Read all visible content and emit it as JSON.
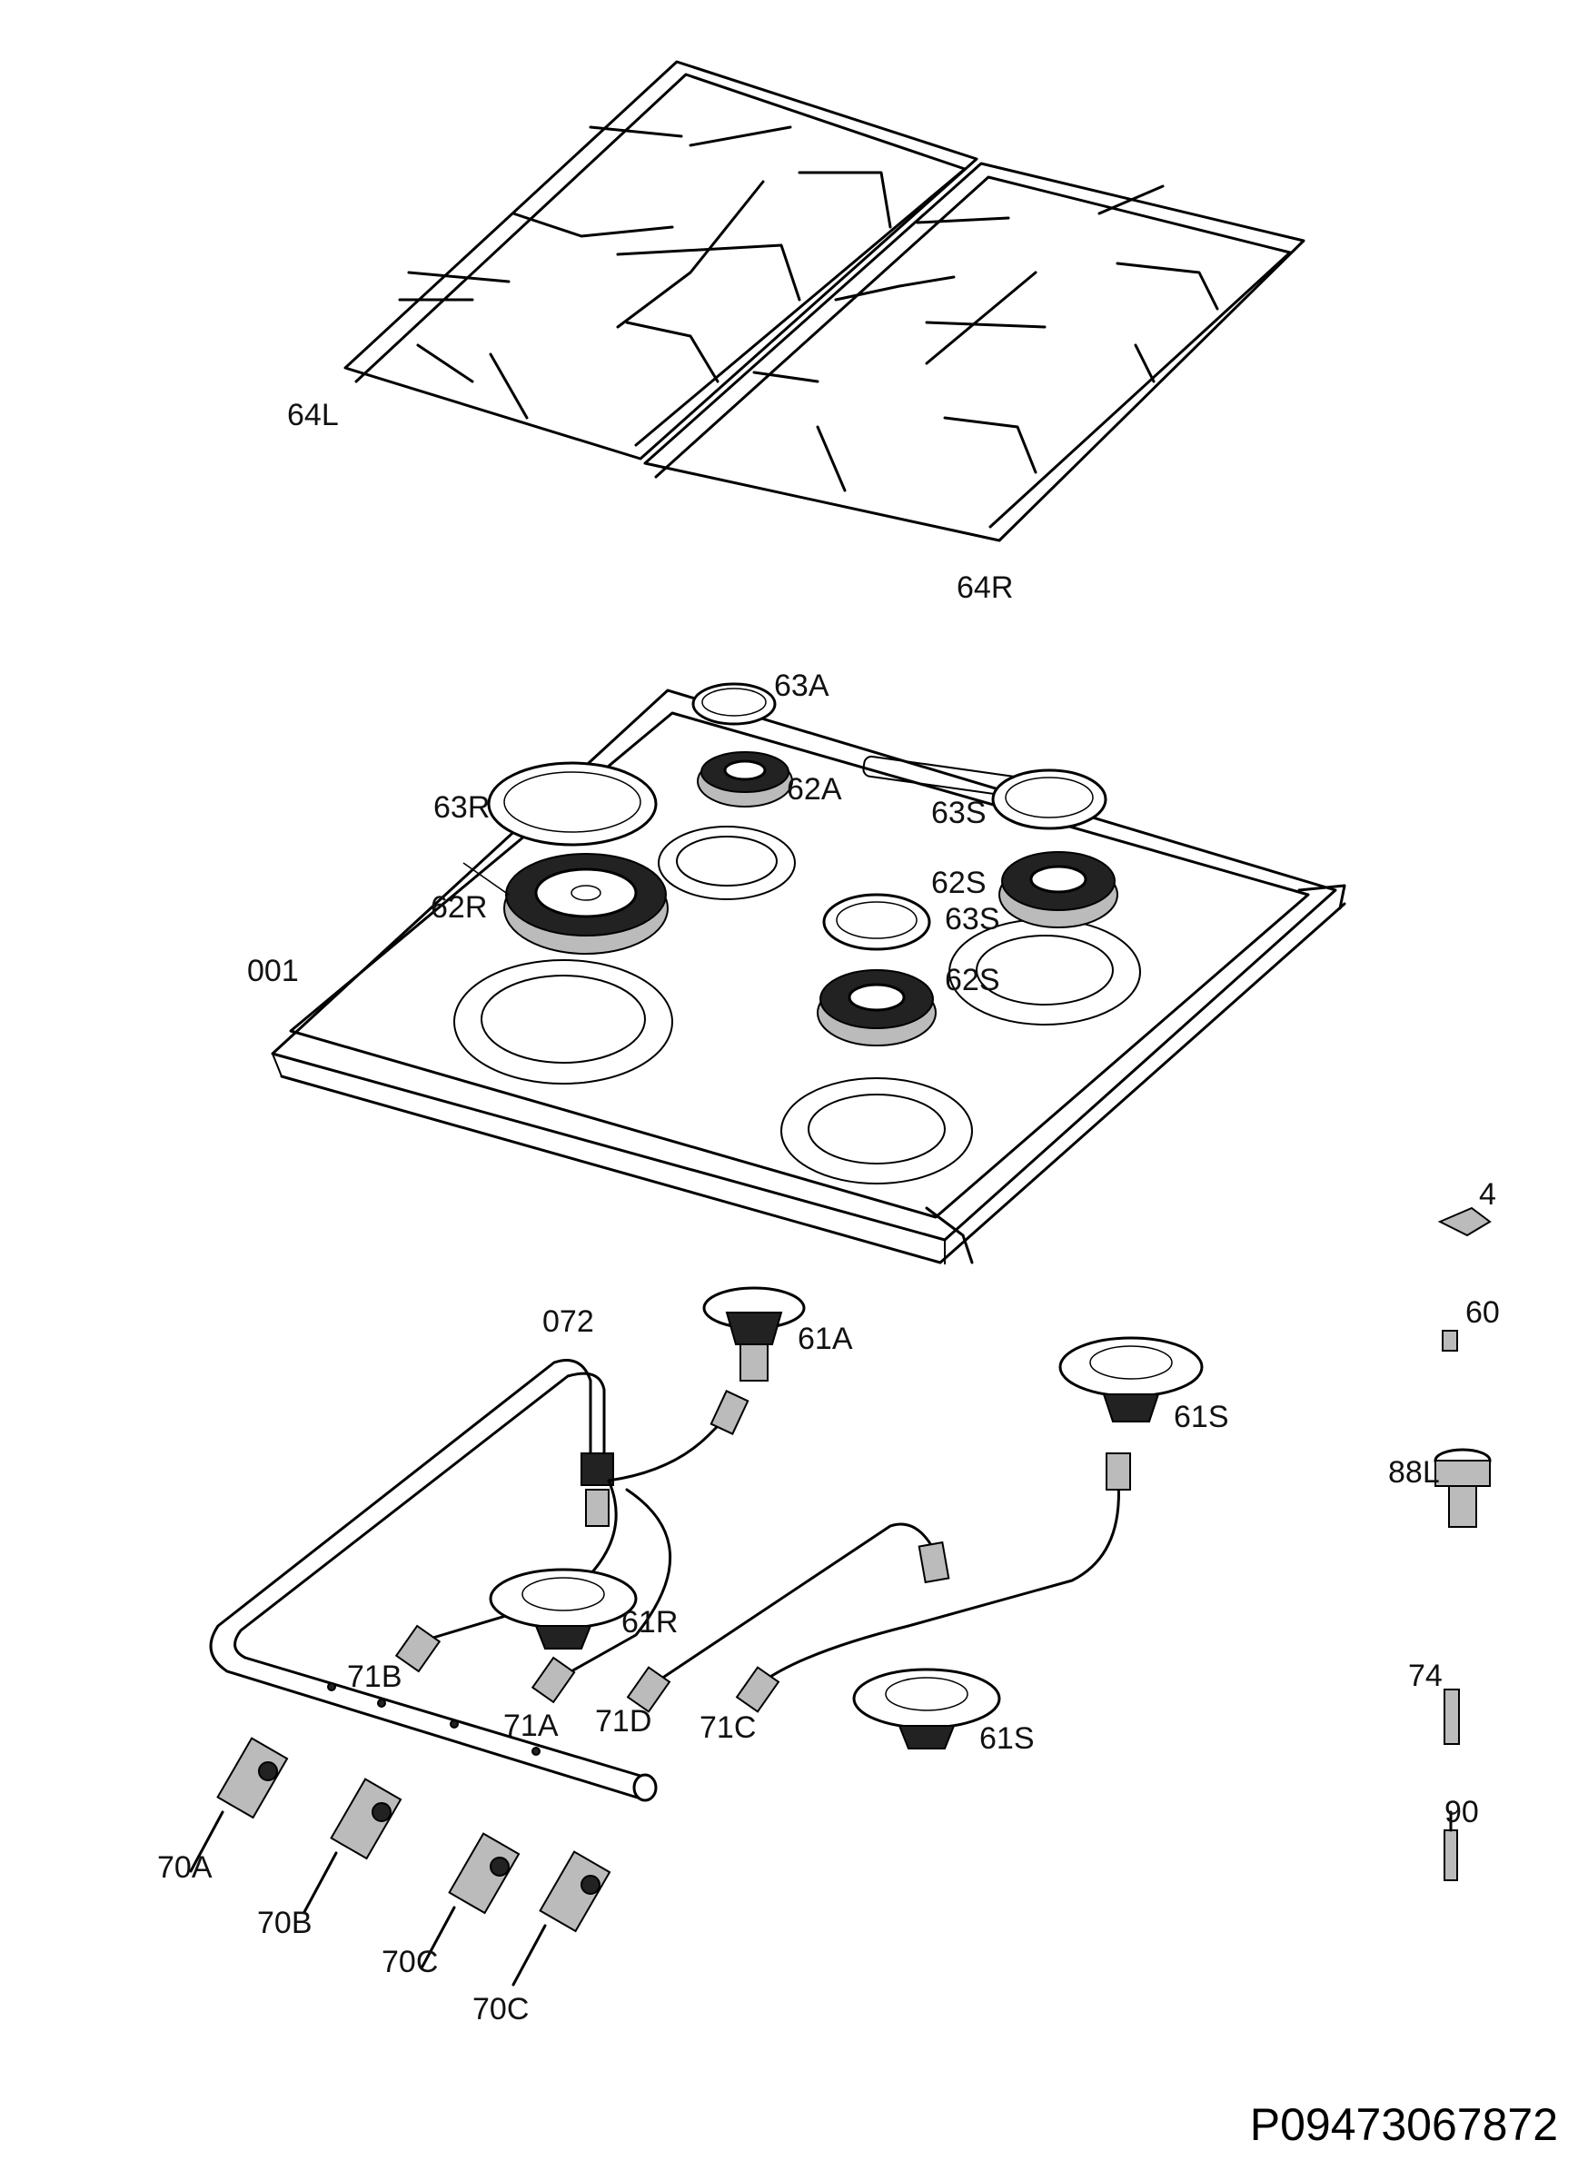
{
  "document_number": "P09473067872",
  "part_labels": {
    "grid_left": "64L",
    "grid_right": "64R",
    "cap_auxiliary": "63A",
    "burner_auxiliary": "62A",
    "cap_rapid": "63R",
    "cap_semi_rear": "63S",
    "burner_semi_rear": "62S",
    "cap_semi_front": "63S",
    "burner_rapid": "62R",
    "burner_semi_front": "62S",
    "hob_top": "001",
    "clip": "4",
    "gas_manifold": "072",
    "burner_cup_auxiliary": "61A",
    "spacer": "60",
    "burner_cup_semi_rear": "61S",
    "hose_connector": "88L",
    "burner_cup_rapid": "61R",
    "pipe_71b": "71B",
    "pipe_71a": "71A",
    "pipe_71d": "71D",
    "pipe_71c": "71C",
    "burner_cup_semi_front": "61S",
    "thermocouple": "74",
    "tap_70a": "70A",
    "tap_70b": "70B",
    "tap_70c_1": "70C",
    "tap_70c_2": "70C",
    "spark_plug": "90"
  }
}
